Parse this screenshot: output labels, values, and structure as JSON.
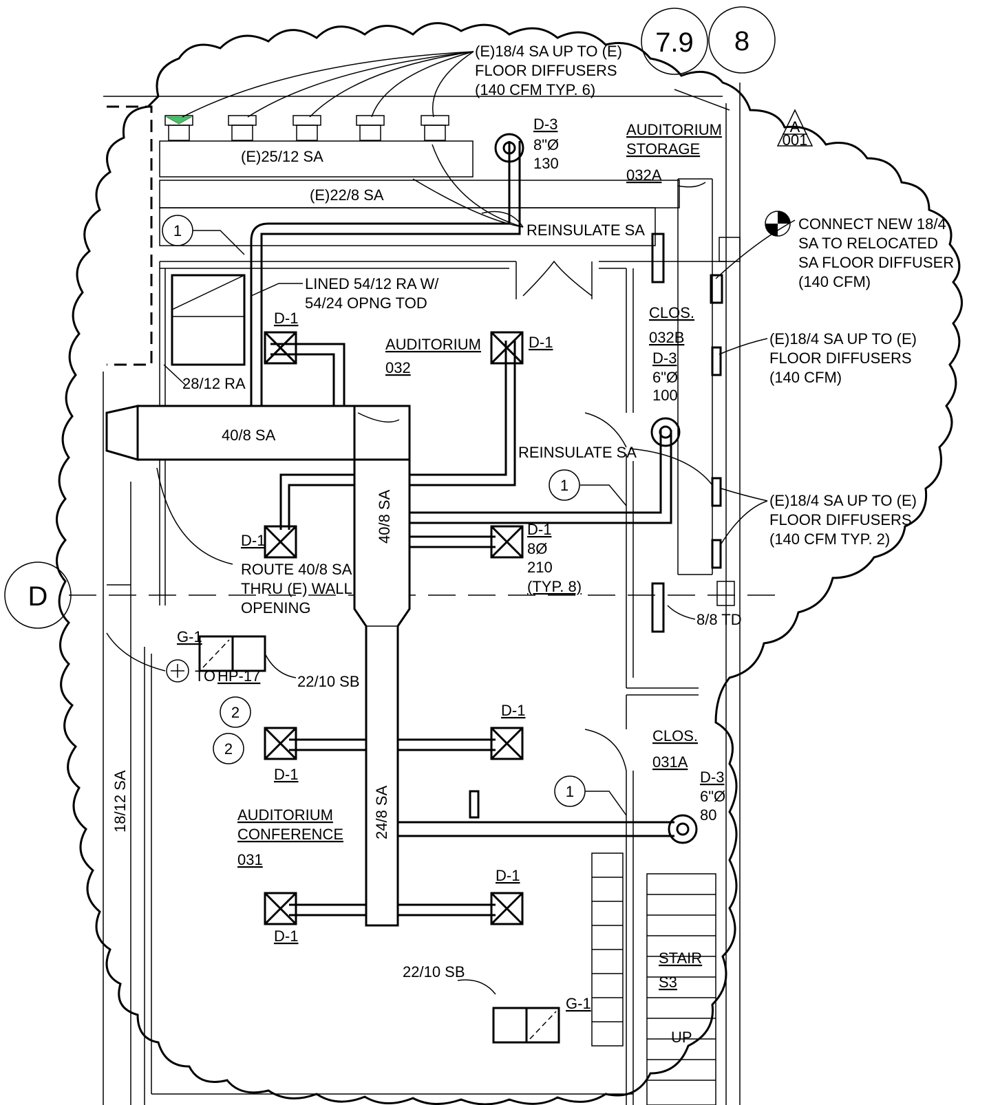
{
  "grid": {
    "col_a": "7.9",
    "col_b": "8",
    "row": "D"
  },
  "section_tag": {
    "letter": "A",
    "sheet": "001"
  },
  "rooms": {
    "storage": {
      "line1": "AUDITORIUM",
      "line2": "STORAGE",
      "num": "032A"
    },
    "auditorium": {
      "name": "AUDITORIUM",
      "num": "032"
    },
    "clos_b": {
      "name": "CLOS.",
      "num": "032B"
    },
    "clos_a": {
      "name": "CLOS.",
      "num": "031A"
    },
    "conference": {
      "line1": "AUDITORIUM",
      "line2": "CONFERENCE",
      "num": "031"
    },
    "stair": {
      "name": "STAIR",
      "num": "S3",
      "up": "UP"
    }
  },
  "notes": {
    "top_diffusers": [
      "(E)18/4 SA UP TO (E)",
      "FLOOR DIFFUSERS",
      "(140 CFM TYP. 6)"
    ],
    "connect_new": [
      "CONNECT NEW 18/4",
      "SA TO RELOCATED",
      "SA FLOOR DIFFUSER",
      "(140 CFM)"
    ],
    "right_diffusers_1": [
      "(E)18/4 SA UP TO (E)",
      "FLOOR DIFFUSERS",
      "(140 CFM)"
    ],
    "right_diffusers_2": [
      "(E)18/4 SA UP TO (E)",
      "FLOOR DIFFUSERS",
      "(140 CFM TYP. 2)"
    ],
    "lined_ra": [
      "LINED 54/12 RA W/",
      "54/24 OPNG TOD"
    ],
    "reinsulate_1": "REINSULATE SA",
    "reinsulate_2": "REINSULATE SA",
    "route": [
      "ROUTE 40/8 SA",
      "THRU (E) WALL",
      "OPENING"
    ],
    "to_hp": "TO",
    "hp": "HP-17",
    "td": "8/8 TD"
  },
  "ducts": {
    "e25": "(E)25/12 SA",
    "e22": "(E)22/8 SA",
    "ra28": "28/12 RA",
    "main": "40/8 SA",
    "vertical": "40/8 SA",
    "lower": "24/8 SA",
    "left": "18/12 SA",
    "sb1": "22/10 SB",
    "sb2": "22/10 SB"
  },
  "tags": {
    "d1": "D-1",
    "d3": "D-3",
    "g1": "G-1",
    "d3_top": {
      "size": "8\"Ø",
      "cfm": "130"
    },
    "d3_mid": {
      "size": "6\"Ø",
      "cfm": "100"
    },
    "d3_low": {
      "size": "6\"Ø",
      "cfm": "80"
    },
    "d1_sched": {
      "size": "8Ø",
      "cfm": "210",
      "typ": "(TYP. 8)"
    },
    "key1": "1",
    "key2": "2"
  }
}
